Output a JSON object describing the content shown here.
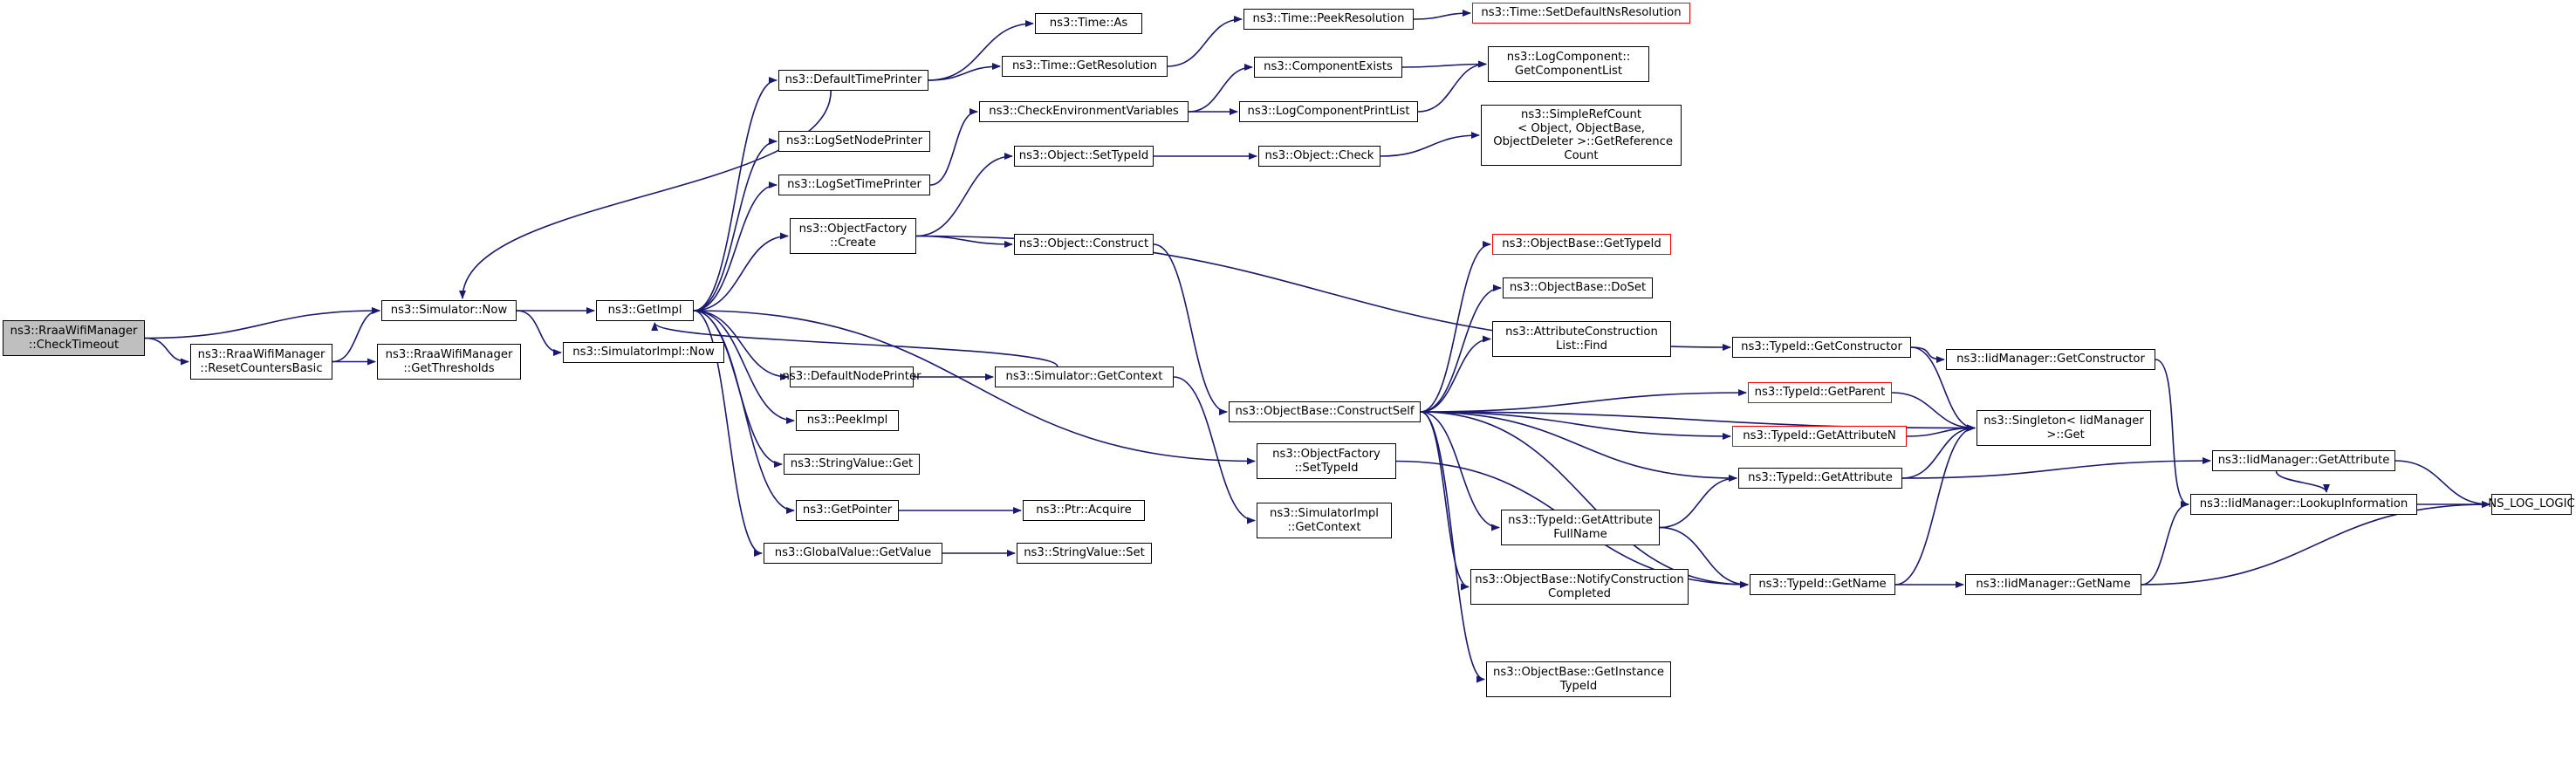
{
  "graph": {
    "root": "n0",
    "nodes": {
      "n0": {
        "label": "ns3::RraaWifiManager\n::CheckTimeout",
        "kind": "root"
      },
      "n1": {
        "label": "ns3::Simulator::Now"
      },
      "n2": {
        "label": "ns3::RraaWifiManager\n::ResetCountersBasic"
      },
      "n3": {
        "label": "ns3::GetImpl"
      },
      "n4": {
        "label": "ns3::SimulatorImpl::Now"
      },
      "n5": {
        "label": "ns3::RraaWifiManager\n::GetThresholds"
      },
      "n6": {
        "label": "ns3::DefaultTimePrinter"
      },
      "n7": {
        "label": "ns3::LogSetNodePrinter"
      },
      "n8": {
        "label": "ns3::LogSetTimePrinter"
      },
      "n9": {
        "label": "ns3::ObjectFactory\n::Create"
      },
      "n10": {
        "label": "ns3::DefaultNodePrinter"
      },
      "n11": {
        "label": "ns3::PeekImpl"
      },
      "n12": {
        "label": "ns3::StringValue::Get"
      },
      "n13": {
        "label": "ns3::GetPointer"
      },
      "n14": {
        "label": "ns3::GlobalValue::GetValue"
      },
      "n15": {
        "label": "ns3::Time::As"
      },
      "n16": {
        "label": "ns3::Time::GetResolution"
      },
      "n17": {
        "label": "ns3::CheckEnvironmentVariables"
      },
      "n18": {
        "label": "ns3::Object::SetTypeId"
      },
      "n19": {
        "label": "ns3::Object::Construct"
      },
      "n20": {
        "label": "ns3::Simulator::GetContext"
      },
      "n21": {
        "label": "ns3::Ptr::Acquire"
      },
      "n22": {
        "label": "ns3::StringValue::Set"
      },
      "n23": {
        "label": "ns3::Time::PeekResolution"
      },
      "n24": {
        "label": "ns3::Time::SetDefaultNsResolution",
        "kind": "truncated"
      },
      "n25": {
        "label": "ns3::ComponentExists"
      },
      "n26": {
        "label": "ns3::LogComponentPrintList"
      },
      "n27": {
        "label": "ns3::LogComponent::\nGetComponentList"
      },
      "n28": {
        "label": "ns3::Object::Check"
      },
      "n29": {
        "label": "ns3::SimpleRefCount\n< Object, ObjectBase,\n ObjectDeleter >::GetReference\nCount"
      },
      "n30": {
        "label": "ns3::ObjectBase::ConstructSelf"
      },
      "n31": {
        "label": "ns3::ObjectFactory\n::SetTypeId"
      },
      "n32": {
        "label": "ns3::SimulatorImpl\n::GetContext"
      },
      "n33": {
        "label": "ns3::ObjectBase::GetTypeId",
        "kind": "truncated"
      },
      "n34": {
        "label": "ns3::ObjectBase::DoSet"
      },
      "n35": {
        "label": "ns3::AttributeConstruction\nList::Find"
      },
      "n36": {
        "label": "ns3::TypeId::GetAttribute\nFullName"
      },
      "n37": {
        "label": "ns3::ObjectBase::NotifyConstruction\nCompleted"
      },
      "n38": {
        "label": "ns3::ObjectBase::GetInstance\nTypeId"
      },
      "n39": {
        "label": "ns3::TypeId::GetConstructor"
      },
      "n40": {
        "label": "ns3::TypeId::GetParent",
        "kind": "truncated"
      },
      "n41": {
        "label": "ns3::TypeId::GetAttributeN",
        "kind": "truncated"
      },
      "n42": {
        "label": "ns3::TypeId::GetAttribute"
      },
      "n43": {
        "label": "ns3::TypeId::GetName"
      },
      "n44": {
        "label": "ns3::IidManager::GetConstructor"
      },
      "n45": {
        "label": "ns3::Singleton< IidManager\n >::Get"
      },
      "n46": {
        "label": "ns3::IidManager::GetName"
      },
      "n47": {
        "label": "ns3::IidManager::GetAttribute"
      },
      "n48": {
        "label": "ns3::IidManager::LookupInformation"
      },
      "n49": {
        "label": "NS_LOG_LOGIC"
      }
    },
    "edges": [
      [
        "n0",
        "n1"
      ],
      [
        "n0",
        "n2"
      ],
      [
        "n2",
        "n1"
      ],
      [
        "n2",
        "n5"
      ],
      [
        "n1",
        "n3"
      ],
      [
        "n1",
        "n4"
      ],
      [
        "n3",
        "n6"
      ],
      [
        "n3",
        "n7"
      ],
      [
        "n3",
        "n8"
      ],
      [
        "n3",
        "n9"
      ],
      [
        "n3",
        "n10"
      ],
      [
        "n3",
        "n11"
      ],
      [
        "n3",
        "n12"
      ],
      [
        "n3",
        "n13"
      ],
      [
        "n3",
        "n14"
      ],
      [
        "n3",
        "n31"
      ],
      [
        "n6",
        "n1"
      ],
      [
        "n6",
        "n15"
      ],
      [
        "n6",
        "n16"
      ],
      [
        "n16",
        "n23"
      ],
      [
        "n23",
        "n24"
      ],
      [
        "n8",
        "n17"
      ],
      [
        "n17",
        "n25"
      ],
      [
        "n17",
        "n26"
      ],
      [
        "n25",
        "n27"
      ],
      [
        "n26",
        "n27"
      ],
      [
        "n9",
        "n18"
      ],
      [
        "n9",
        "n19"
      ],
      [
        "n9",
        "n39"
      ],
      [
        "n18",
        "n28"
      ],
      [
        "n28",
        "n29"
      ],
      [
        "n19",
        "n30"
      ],
      [
        "n10",
        "n20"
      ],
      [
        "n20",
        "n3"
      ],
      [
        "n20",
        "n32"
      ],
      [
        "n13",
        "n21"
      ],
      [
        "n14",
        "n22"
      ],
      [
        "n30",
        "n33"
      ],
      [
        "n30",
        "n34"
      ],
      [
        "n30",
        "n35"
      ],
      [
        "n30",
        "n36"
      ],
      [
        "n30",
        "n37"
      ],
      [
        "n30",
        "n38"
      ],
      [
        "n30",
        "n40"
      ],
      [
        "n30",
        "n41"
      ],
      [
        "n30",
        "n42"
      ],
      [
        "n30",
        "n43"
      ],
      [
        "n30",
        "n45"
      ],
      [
        "n31",
        "n43"
      ],
      [
        "n36",
        "n42"
      ],
      [
        "n36",
        "n43"
      ],
      [
        "n39",
        "n44"
      ],
      [
        "n39",
        "n45"
      ],
      [
        "n40",
        "n45"
      ],
      [
        "n41",
        "n45"
      ],
      [
        "n42",
        "n45"
      ],
      [
        "n42",
        "n47"
      ],
      [
        "n43",
        "n45"
      ],
      [
        "n43",
        "n46"
      ],
      [
        "n44",
        "n48"
      ],
      [
        "n46",
        "n48"
      ],
      [
        "n46",
        "n49"
      ],
      [
        "n47",
        "n48"
      ],
      [
        "n47",
        "n49"
      ],
      [
        "n48",
        "n49"
      ]
    ]
  }
}
